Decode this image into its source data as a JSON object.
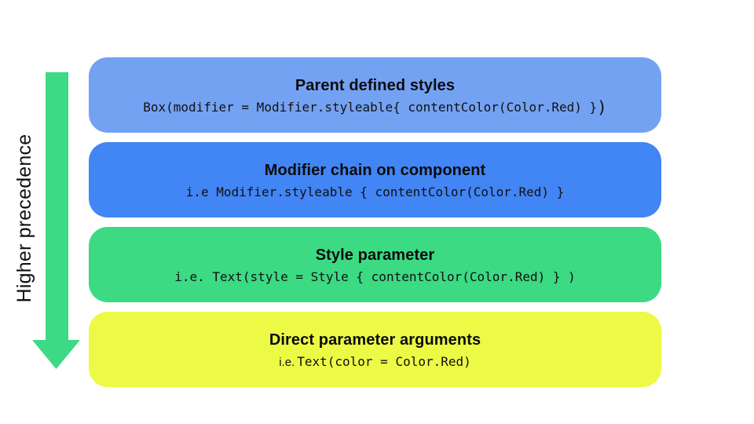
{
  "diagram": {
    "arrow": {
      "label": "Higher precedence",
      "color": "#3CDA84"
    },
    "boxes": [
      {
        "title": "Parent defined styles",
        "code_prefix": "",
        "code": "Box(modifier = Modifier.styleable{ contentColor(Color.Red) }",
        "code_suffix": ")",
        "color": "#74A2F3"
      },
      {
        "title": "Modifier chain on component",
        "code_prefix": "",
        "code": "i.e Modifier.styleable { contentColor(Color.Red) }",
        "code_suffix": "",
        "color": "#4285F4"
      },
      {
        "title": "Style parameter",
        "code_prefix": "",
        "code": "i.e. Text(style = Style { contentColor(Color.Red) } )",
        "code_suffix": "",
        "color": "#3BDA83"
      },
      {
        "title": "Direct parameter arguments",
        "code_prefix": "i.e. ",
        "code": "Text(color = Color.Red)",
        "code_suffix": "",
        "color": "#ECFA45"
      }
    ]
  }
}
